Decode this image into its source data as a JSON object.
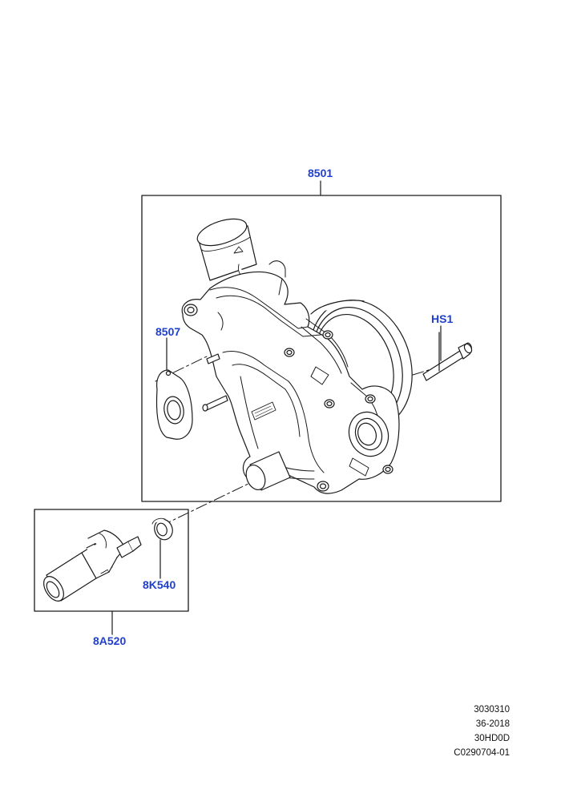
{
  "colors": {
    "callout": "#1f3fcf",
    "line": "#1a1a1a",
    "fill": "#ffffff"
  },
  "callouts": {
    "water_pump": "8501",
    "gasket": "8507",
    "bolt": "HS1",
    "seal": "8K540",
    "sensor": "8A520"
  },
  "reference_codes": [
    "3030310",
    "36-2018",
    "30HD0D",
    "C0290704-01"
  ]
}
